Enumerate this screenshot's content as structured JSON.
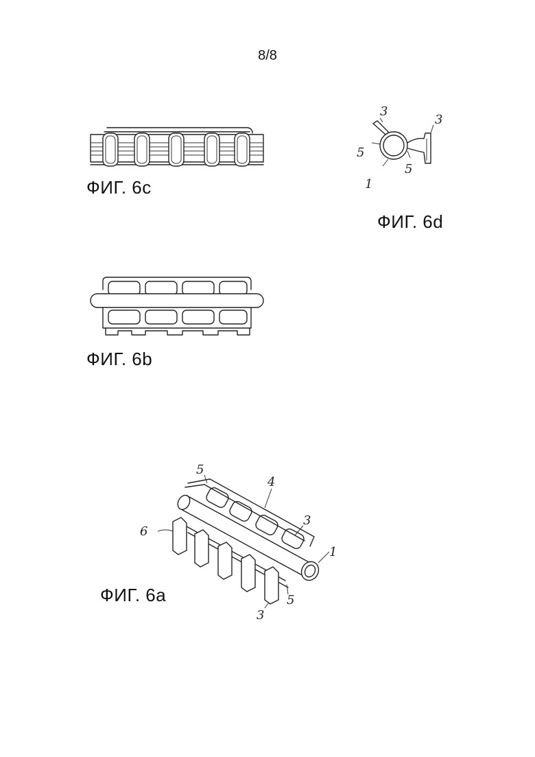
{
  "page": {
    "number": "8/8"
  },
  "figures": [
    {
      "id": "6c",
      "caption": "ФИГ. 6c"
    },
    {
      "id": "6d",
      "caption": "ФИГ. 6d",
      "callouts": [
        "3",
        "3",
        "5",
        "5",
        "1"
      ]
    },
    {
      "id": "6b",
      "caption": "ФИГ. 6b"
    },
    {
      "id": "6a",
      "caption": "ФИГ. 6a",
      "callouts": [
        "5",
        "4",
        "3",
        "6",
        "1",
        "5",
        "3"
      ]
    }
  ]
}
